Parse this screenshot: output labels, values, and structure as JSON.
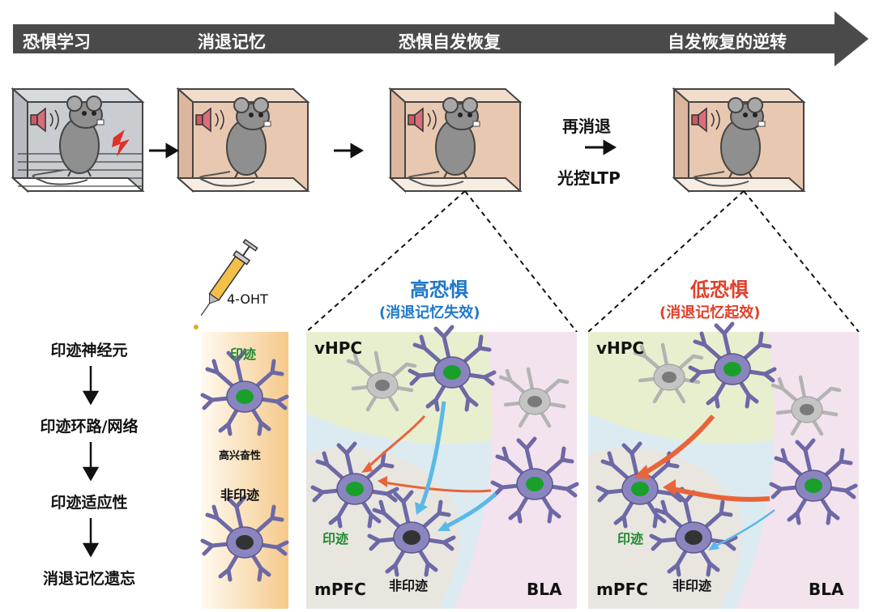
{
  "timeline": {
    "stages": [
      "恐惧学习",
      "消退记忆",
      "恐惧自发恢复",
      "自发恢复的逆转"
    ]
  },
  "between": {
    "line1": "再消退",
    "line2": "光控LTP"
  },
  "syringe_label": "4-OHT",
  "high_fear": {
    "title": "高恐惧",
    "subtitle": "(消退记忆失效)"
  },
  "low_fear": {
    "title": "低恐惧",
    "subtitle": "(消退记忆起效)"
  },
  "regions": {
    "vhpc": "vHPC",
    "mpfc": "mPFC",
    "bla": "BLA"
  },
  "neuron_labels": {
    "engram": "印迹",
    "non_engram": "非印迹",
    "high_excitability": "高兴奋性"
  },
  "chain": [
    "印迹神经元",
    "印迹环路/网络",
    "印迹适应性",
    "消退记忆遗忘"
  ],
  "colors": {
    "timeline_bar": "#4a4a4a",
    "high_fear_title": "#1f78c8",
    "low_fear_title": "#e0402a",
    "engram_nucleus": "#1aa02a",
    "neuron_body": "#7e79b4",
    "orange_arrow": "#e8643a",
    "blue_arrow": "#5bb8e8"
  }
}
